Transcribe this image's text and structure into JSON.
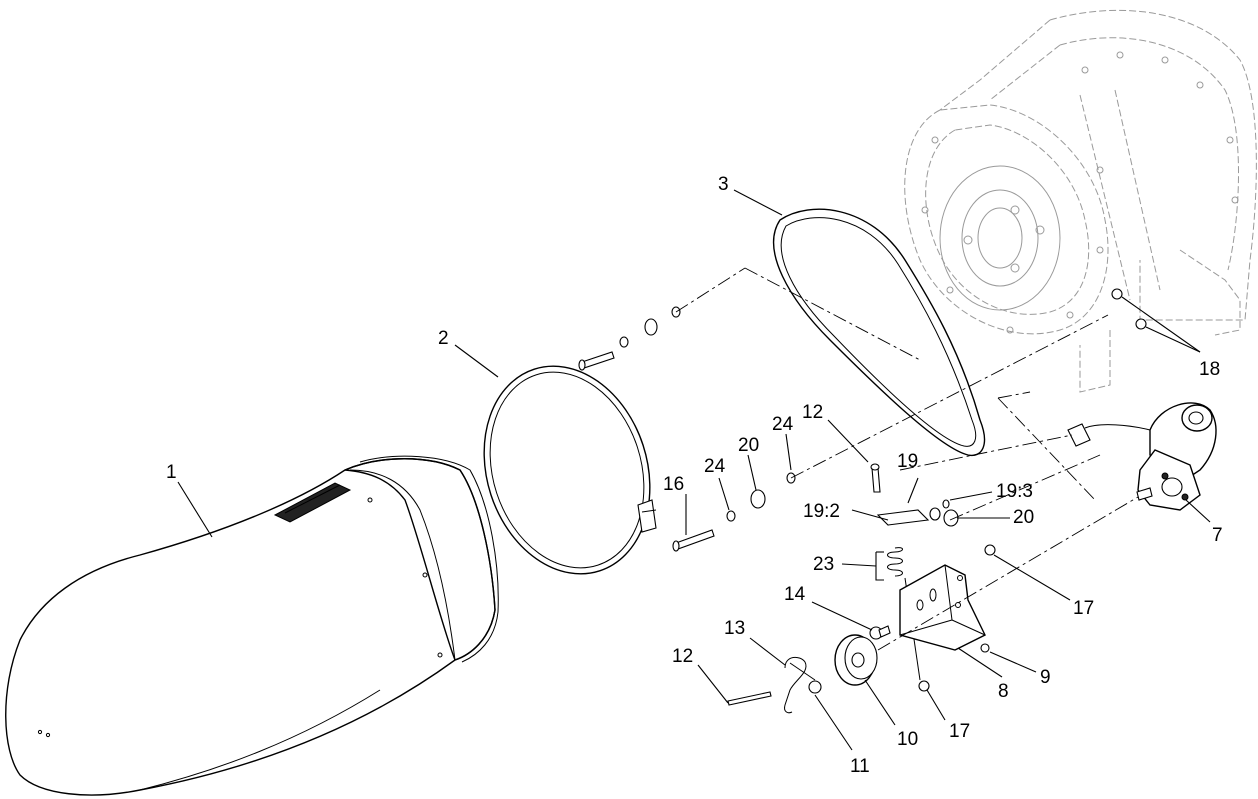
{
  "diagram": {
    "callouts": {
      "c1": "1",
      "c2": "2",
      "c3": "3",
      "c7": "7",
      "c8": "8",
      "c9": "9",
      "c10": "10",
      "c11": "11",
      "c12a": "12",
      "c12b": "12",
      "c13": "13",
      "c14": "14",
      "c16": "16",
      "c17a": "17",
      "c17b": "17",
      "c18": "18",
      "c19": "19",
      "c19_2": "19:2",
      "c19_3": "19:3",
      "c20a": "20",
      "c20b": "20",
      "c23": "23",
      "c24a": "24",
      "c24b": "24"
    },
    "icons": {
      "motor": "electric-motor-icon",
      "clamp": "band-clamp-icon"
    }
  }
}
